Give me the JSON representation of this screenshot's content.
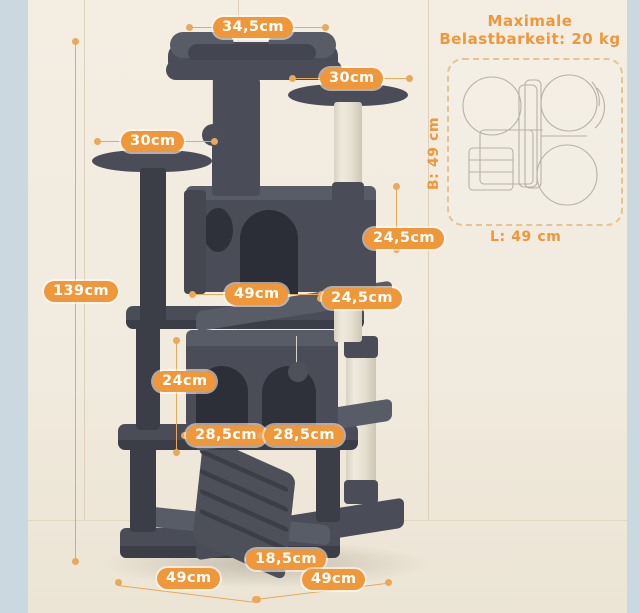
{
  "product": {
    "name": "cat-tree-dimension-diagram",
    "total_height_label": "139cm"
  },
  "theme": {
    "accent": "#f0973a",
    "line": "#e8a95a",
    "background": "#f2ece1",
    "edge": "#cbd8df",
    "plush": "#4a4d57",
    "sisal": "#e6e0d1"
  },
  "measurements": [
    {
      "id": "top-bed-width",
      "label": "34,5cm"
    },
    {
      "id": "right-platform",
      "label": "30cm"
    },
    {
      "id": "left-platform",
      "label": "30cm"
    },
    {
      "id": "total-height",
      "label": "139cm"
    },
    {
      "id": "condo-height",
      "label": "24,5cm"
    },
    {
      "id": "condo-width",
      "label": "49cm"
    },
    {
      "id": "condo-depth",
      "label": "24,5cm"
    },
    {
      "id": "lower-condo-height",
      "label": "24cm"
    },
    {
      "id": "lower-shelf-left",
      "label": "28,5cm"
    },
    {
      "id": "lower-shelf-right",
      "label": "28,5cm"
    },
    {
      "id": "ramp-width",
      "label": "18,5cm"
    },
    {
      "id": "base-front",
      "label": "49cm"
    },
    {
      "id": "base-side",
      "label": "49cm"
    }
  ],
  "top_view": {
    "title_line1": "Maximale",
    "title_line2": "Belastbarkeit: 20 kg",
    "depth_label": "B: 49 cm",
    "width_label": "L: 49 cm"
  }
}
